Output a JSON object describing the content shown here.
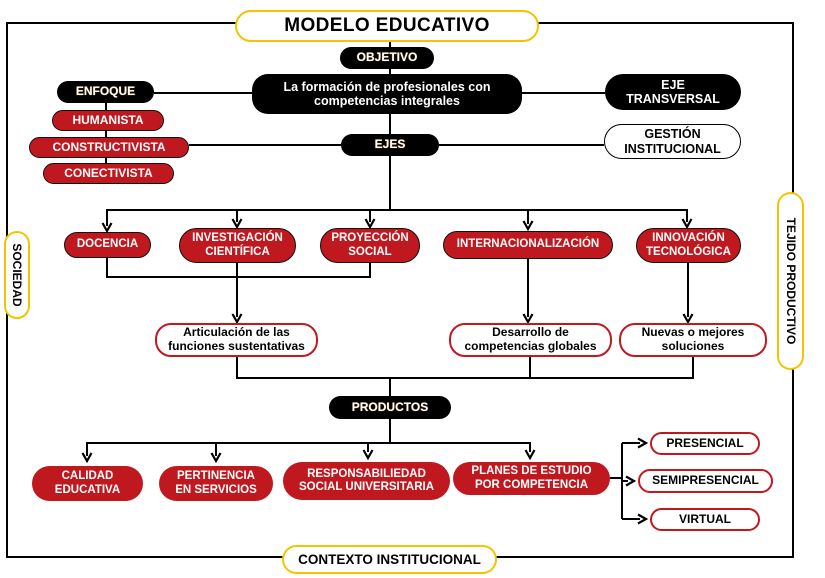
{
  "colors": {
    "pill_red": "#c0181f",
    "accent_yellow": "#f2c500",
    "node_black": "#000000",
    "line_black": "#000000",
    "background": "#ffffff"
  },
  "nodes": {
    "title": {
      "label": "MODELO EDUCATIVO"
    },
    "objetivo": {
      "label": "OBJETIVO"
    },
    "objetivo_desc": {
      "label": "La formación de profesionales con\ncompetencias integrales"
    },
    "eje_transversal": {
      "label": "EJE\nTRANSVERSAL"
    },
    "gestion_institucional": {
      "label": "GESTIÓN\nINSTITUCIONAL"
    },
    "enfoque": {
      "label": "ENFOQUE"
    },
    "humanista": {
      "label": "HUMANISTA"
    },
    "constructivista": {
      "label": "CONSTRUCTIVISTA"
    },
    "conectivista": {
      "label": "CONECTIVISTA"
    },
    "ejes": {
      "label": "EJES"
    },
    "docencia": {
      "label": "DOCENCIA"
    },
    "investigacion_cientifica": {
      "label": "INVESTIGACIÓN\nCIENTÍFICA"
    },
    "proyeccion_social": {
      "label": "PROYECCIÓN\nSOCIAL"
    },
    "internacionalizacion": {
      "label": "INTERNACIONALIZACIÓN"
    },
    "innovacion_tecnologica": {
      "label": "INNOVACIÓN\nTECNOLÓGICA"
    },
    "articulacion": {
      "label": "Articulación de las\nfunciones sustentativas"
    },
    "desarrollo": {
      "label": "Desarrollo de\ncompetencias globales"
    },
    "nuevas_soluciones": {
      "label": "Nuevas o mejores\nsoluciones"
    },
    "productos": {
      "label": "PRODUCTOS"
    },
    "calidad_educativa": {
      "label": "CALIDAD\nEDUCATIVA"
    },
    "pertinencia_servicios": {
      "label": "PERTINENCIA\nEN SERVICIOS"
    },
    "responsabilidad_social": {
      "label": "RESPONSABILIEDAD\nSOCIAL UNIVERSITARIA"
    },
    "planes_estudio": {
      "label": "PLANES DE ESTUDIO\nPOR COMPETENCIA"
    },
    "presencial": {
      "label": "PRESENCIAL"
    },
    "semipresencial": {
      "label": "SEMIPRESENCIAL"
    },
    "virtual": {
      "label": "VIRTUAL"
    },
    "sociedad": {
      "label": "SOCIEDAD"
    },
    "tejido_productivo": {
      "label": "TEJIDO PRODUCTIVO"
    },
    "contexto_institucional": {
      "label": "CONTEXTO INSTITUCIONAL"
    }
  }
}
